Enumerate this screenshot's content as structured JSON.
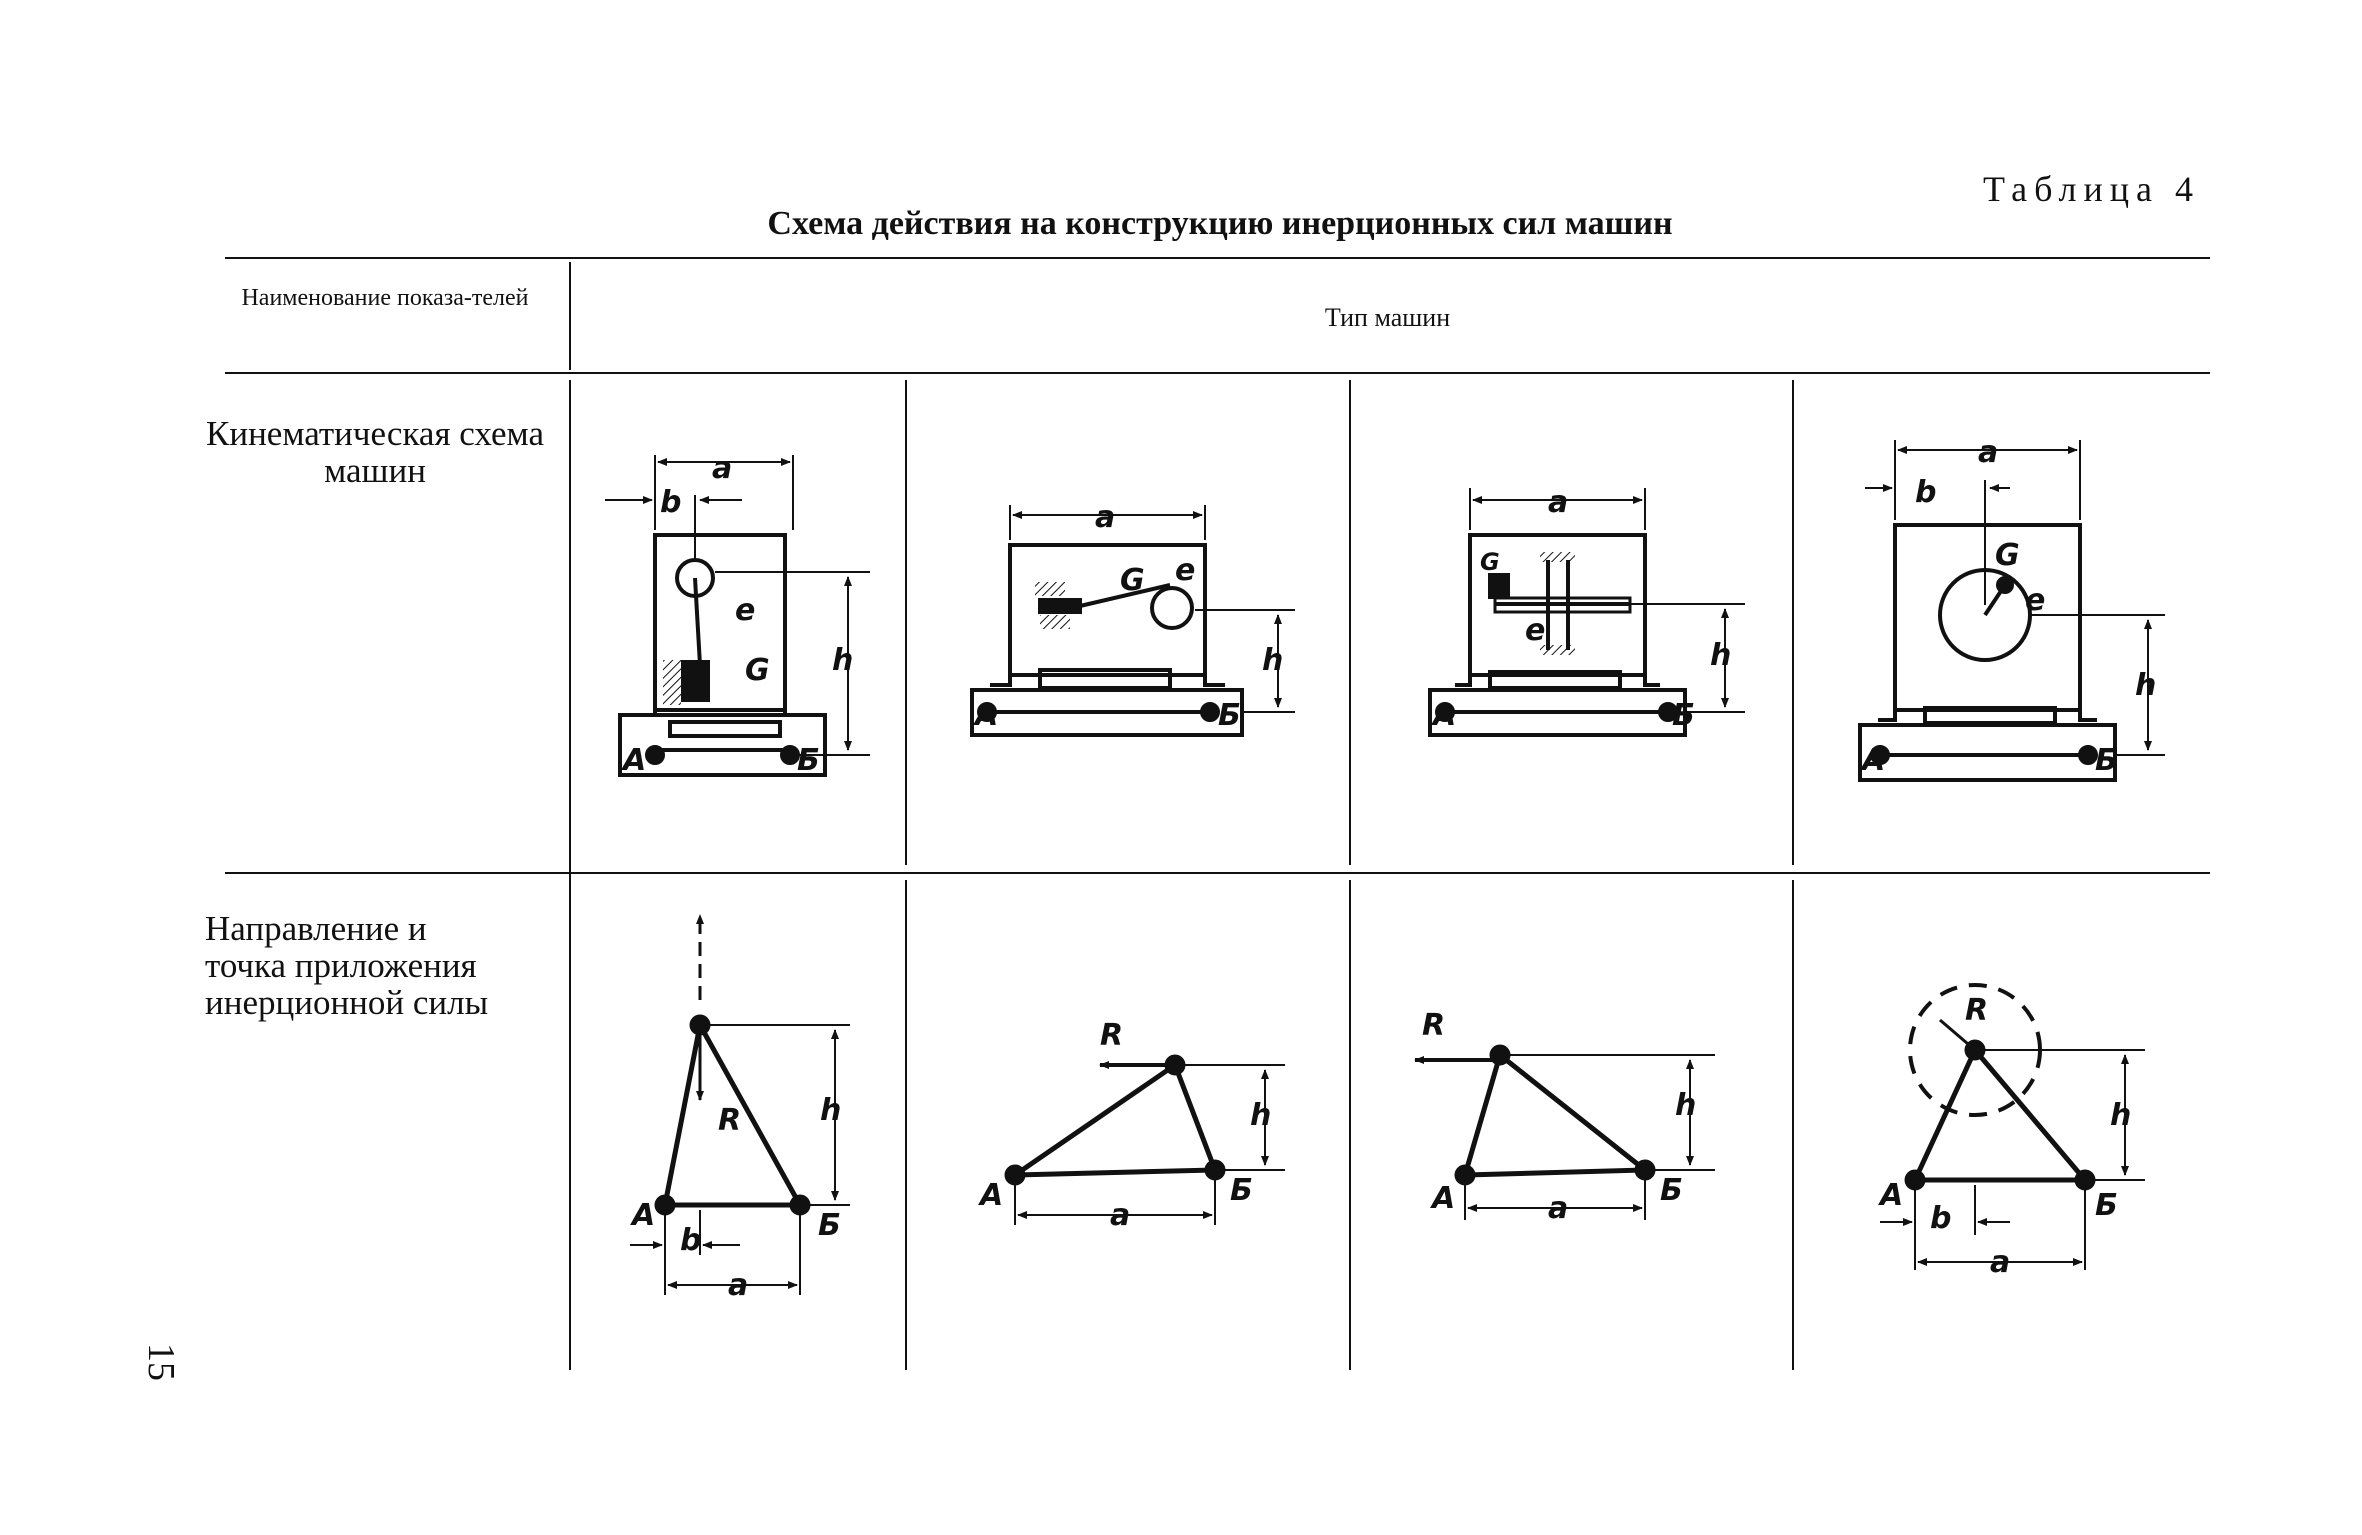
{
  "header": {
    "table_label": "Таблица 4",
    "title": "Схема действия на конструкцию инерционных сил машин"
  },
  "columns": {
    "left": "Наименование показа-телей",
    "right": "Тип машин"
  },
  "rows": [
    {
      "label": "Кинематическая схема машин"
    },
    {
      "label_lines": [
        "Направление и",
        "точка приложения",
        "инерционной силы"
      ]
    }
  ],
  "labels": {
    "a": "a",
    "b": "b",
    "h": "h",
    "e": "e",
    "G": "G",
    "R": "R",
    "A": "A",
    "B": "Б"
  },
  "page_number": "15"
}
